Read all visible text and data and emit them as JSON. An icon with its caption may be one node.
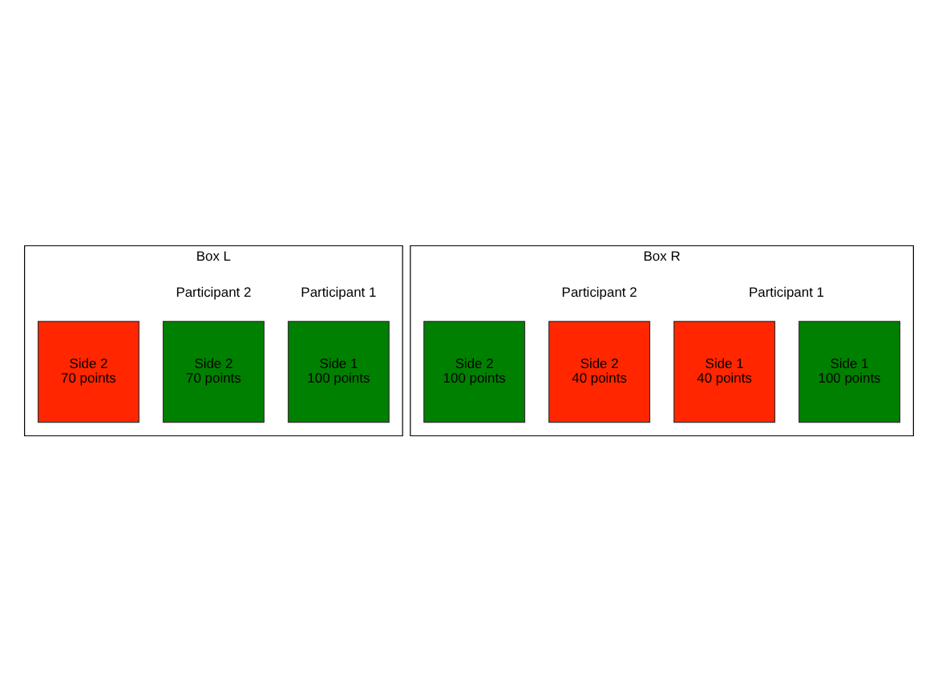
{
  "diagram": {
    "nodes": [
      {
        "text": [
          "Box L"
        ]
      },
      {
        "text": [
          "Side 1",
          "100 points"
        ],
        "in": 0
      },
      {
        "text": [
          "Side 2",
          "70 points"
        ],
        "in": 0
      },
      {
        "text": [
          "Side 2",
          "70 points"
        ],
        "in": 0
      },
      {
        "text": [
          "Box R"
        ]
      },
      {
        "text": [
          "Side 1",
          "40 points"
        ],
        "in": 4
      },
      {
        "text": [
          "Side 1",
          "100 points"
        ],
        "in": 4
      },
      {
        "text": [
          "Side 2",
          "40 points"
        ],
        "in": 4
      },
      {
        "text": [
          "Side 2",
          "100 points"
        ],
        "in": 4
      }
    ],
    "labels": [
      "Participant 1",
      "Participant 1",
      "Participant 2",
      "Participant 2"
    ]
  }
}
